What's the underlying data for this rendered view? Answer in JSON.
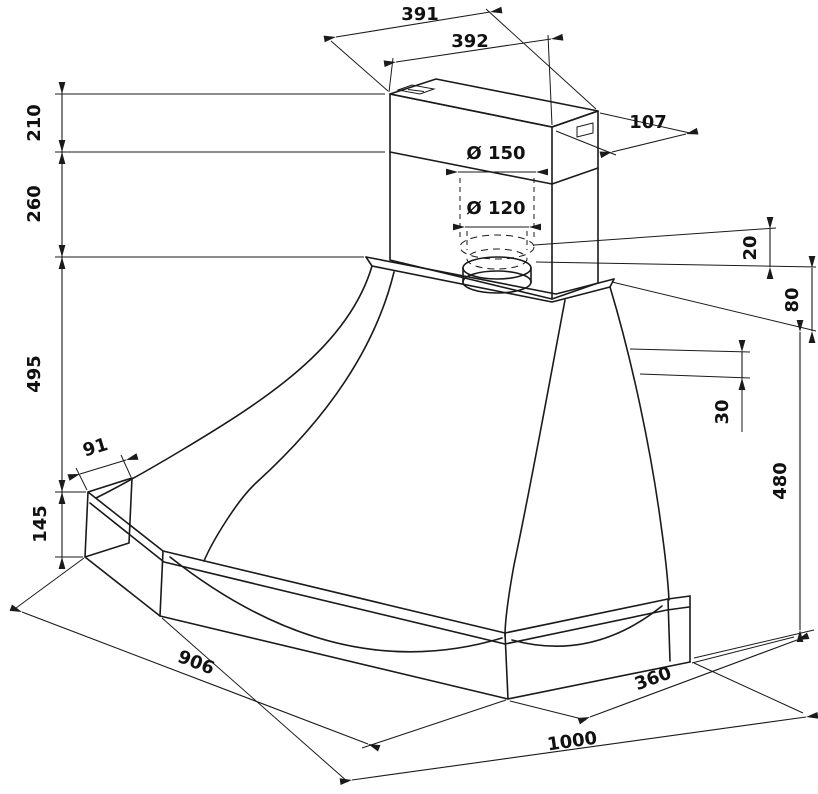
{
  "colors": {
    "line": "#1a1a1a",
    "background": "#ffffff"
  },
  "dimensions": {
    "top_back_width": "391",
    "top_front_width": "392",
    "chimney_side_depth": "107",
    "chimney_upper_height": "210",
    "chimney_lower_height": "260",
    "outlet_outer_diameter": "Ø 150",
    "outlet_inner_diameter": "Ø 120",
    "collar_lip_height": "20",
    "collar_height": "80",
    "canopy_height": "495",
    "rim_offset": "30",
    "body_height": "480",
    "side_return_width": "91",
    "rim_band_height": "145",
    "left_side_length": "906",
    "right_front_width": "360",
    "front_total_width": "1000"
  }
}
